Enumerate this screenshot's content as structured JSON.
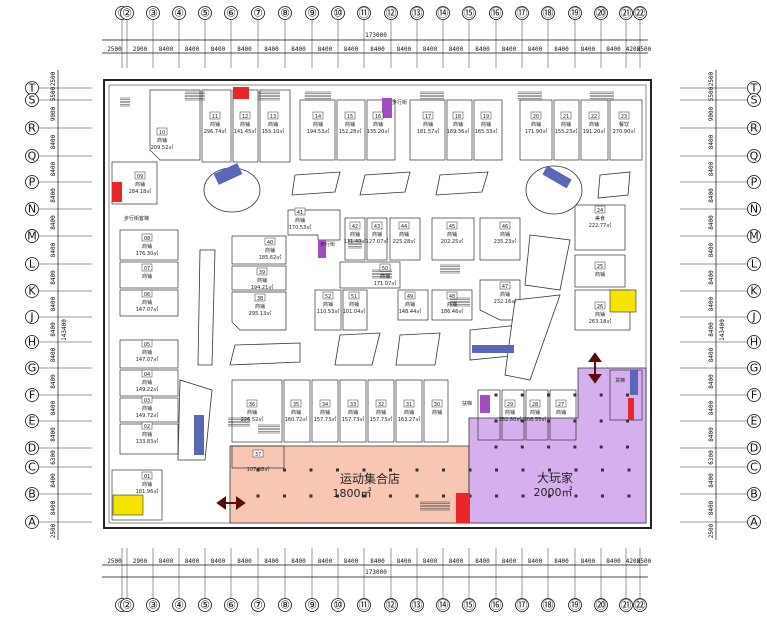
{
  "grid": {
    "column_labels": [
      "①",
      "②",
      "③",
      "④",
      "⑤",
      "⑥",
      "⑦",
      "⑧",
      "⑨",
      "⑩",
      "⑪",
      "⑫",
      "⑬",
      "⑭",
      "⑮",
      "⑯",
      "⑰",
      "⑱",
      "⑲",
      "⑳",
      "㉑",
      "㉒"
    ],
    "row_labels": [
      "T",
      "S",
      "R",
      "Q",
      "P",
      "N",
      "M",
      "L",
      "K",
      "J",
      "H",
      "G",
      "F",
      "E",
      "D",
      "C",
      "B",
      "A"
    ],
    "column_spacings": [
      "2500",
      "2900",
      "8400",
      "8400",
      "8400",
      "8400",
      "8400",
      "8400",
      "8400",
      "8400",
      "8400",
      "8400",
      "8400",
      "8400",
      "8400",
      "8400",
      "8400",
      "8400",
      "8400",
      "8400",
      "4200",
      "2500"
    ],
    "row_spacings": [
      "2500",
      "5500",
      "9000",
      "8400",
      "8400",
      "8400",
      "8400",
      "8400",
      "8400",
      "8400",
      "8400",
      "8400",
      "8400",
      "8400",
      "8400",
      "6300",
      "8400",
      "8400",
      "2500"
    ],
    "total_width": "173000",
    "total_height": "143400"
  },
  "zones": {
    "sports_store": {
      "name": "运动集合店",
      "area": "1800㎡",
      "color": "#f8c7b3"
    },
    "play_center": {
      "name": "大玩家",
      "area": "2000㎡",
      "color": "#d6b0ee"
    }
  },
  "shops": [
    {
      "id": "10",
      "type": "商铺",
      "area": "209.52㎡"
    },
    {
      "id": "11",
      "type": "商铺",
      "area": "296.74㎡"
    },
    {
      "id": "12",
      "type": "商铺",
      "area": "141.45㎡"
    },
    {
      "id": "13",
      "type": "商铺",
      "area": "155.10㎡"
    },
    {
      "id": "14",
      "type": "商铺",
      "area": "194.53㎡"
    },
    {
      "id": "15",
      "type": "商铺",
      "area": "152.28㎡"
    },
    {
      "id": "16",
      "type": "商铺",
      "area": "135.20㎡"
    },
    {
      "id": "17",
      "type": "商铺",
      "area": "181.57㎡"
    },
    {
      "id": "18",
      "type": "商铺",
      "area": "169.36㎡"
    },
    {
      "id": "19",
      "type": "商铺",
      "area": "165.33㎡"
    },
    {
      "id": "20",
      "type": "商铺",
      "area": "171.90㎡"
    },
    {
      "id": "21",
      "type": "商铺",
      "area": "155.23㎡"
    },
    {
      "id": "22",
      "type": "商铺",
      "area": "191.20㎡"
    },
    {
      "id": "23",
      "type": "餐饮",
      "area": "270.90㎡"
    },
    {
      "id": "09",
      "type": "商铺",
      "area": "284.18㎡"
    },
    {
      "id": "41",
      "type": "商铺",
      "area": "170.53㎡"
    },
    {
      "id": "40",
      "type": "商铺",
      "area": "185.62㎡"
    },
    {
      "id": "39",
      "type": "商铺",
      "area": "194.21㎡"
    },
    {
      "id": "38",
      "type": "商铺",
      "area": "295.13㎡"
    },
    {
      "id": "42",
      "type": "商铺",
      "area": "131.40㎡"
    },
    {
      "id": "43",
      "type": "商铺",
      "area": "127.07㎡"
    },
    {
      "id": "44",
      "type": "商铺",
      "area": "225.28㎡"
    },
    {
      "id": "45",
      "type": "商铺",
      "area": "202.25㎡"
    },
    {
      "id": "46",
      "type": "商铺",
      "area": "235.23㎡"
    },
    {
      "id": "47",
      "type": "商铺",
      "area": "232.16㎡"
    },
    {
      "id": "48",
      "type": "商铺",
      "area": "186.46㎡"
    },
    {
      "id": "49",
      "type": "商铺",
      "area": "148.44㎡"
    },
    {
      "id": "50",
      "type": "商铺",
      "area": "171.07㎡"
    },
    {
      "id": "52",
      "type": "商铺",
      "area": "110.53㎡"
    },
    {
      "id": "51",
      "type": "商铺",
      "area": "101.04㎡"
    },
    {
      "id": "24",
      "type": "美食",
      "area": "222.77㎡"
    },
    {
      "id": "25",
      "type": "商铺",
      "area": ""
    },
    {
      "id": "26",
      "type": "商铺",
      "area": "263.18㎡"
    },
    {
      "id": "08",
      "type": "商铺",
      "area": "176.30㎡"
    },
    {
      "id": "07",
      "type": "商铺",
      "area": ""
    },
    {
      "id": "06",
      "type": "商铺",
      "area": "147.07㎡"
    },
    {
      "id": "05",
      "type": "商铺",
      "area": "147.07㎡"
    },
    {
      "id": "04",
      "type": "商铺",
      "area": "149.22㎡"
    },
    {
      "id": "03",
      "type": "商铺",
      "area": "149.72㎡"
    },
    {
      "id": "02",
      "type": "商铺",
      "area": "133.83㎡"
    },
    {
      "id": "01",
      "type": "商铺",
      "area": "181.96㎡"
    },
    {
      "id": "36",
      "type": "商铺",
      "area": "226.52㎡"
    },
    {
      "id": "35",
      "type": "商铺",
      "area": "160.72㎡"
    },
    {
      "id": "34",
      "type": "商铺",
      "area": "157.73㎡"
    },
    {
      "id": "33",
      "type": "商铺",
      "area": "157.73㎡"
    },
    {
      "id": "32",
      "type": "商铺",
      "area": "157.73㎡"
    },
    {
      "id": "31",
      "type": "商铺",
      "area": "163.27㎡"
    },
    {
      "id": "30",
      "type": "商铺",
      "area": ""
    },
    {
      "id": "29",
      "type": "商铺",
      "area": "282.80㎡"
    },
    {
      "id": "28",
      "type": "商铺",
      "area": "208.55㎡"
    },
    {
      "id": "27",
      "type": "商铺",
      "area": ""
    },
    {
      "id": "37",
      "type": "",
      "area": "107.08㎡"
    }
  ],
  "annotations": {
    "pedestrian_street_1": "步行街",
    "pedestrian_street_2": "步行街客梯",
    "pedestrian_street_3": "步行街",
    "escalator_note": "扶梯",
    "loading_note": "货梯"
  },
  "colors": {
    "line": "#222222",
    "stair_yellow": "#f5e400",
    "exit_red": "#e8262b",
    "escalator_blue": "#5a66b6",
    "escalator_purple": "#a04ec0",
    "arrow": "#5a0c0c"
  }
}
